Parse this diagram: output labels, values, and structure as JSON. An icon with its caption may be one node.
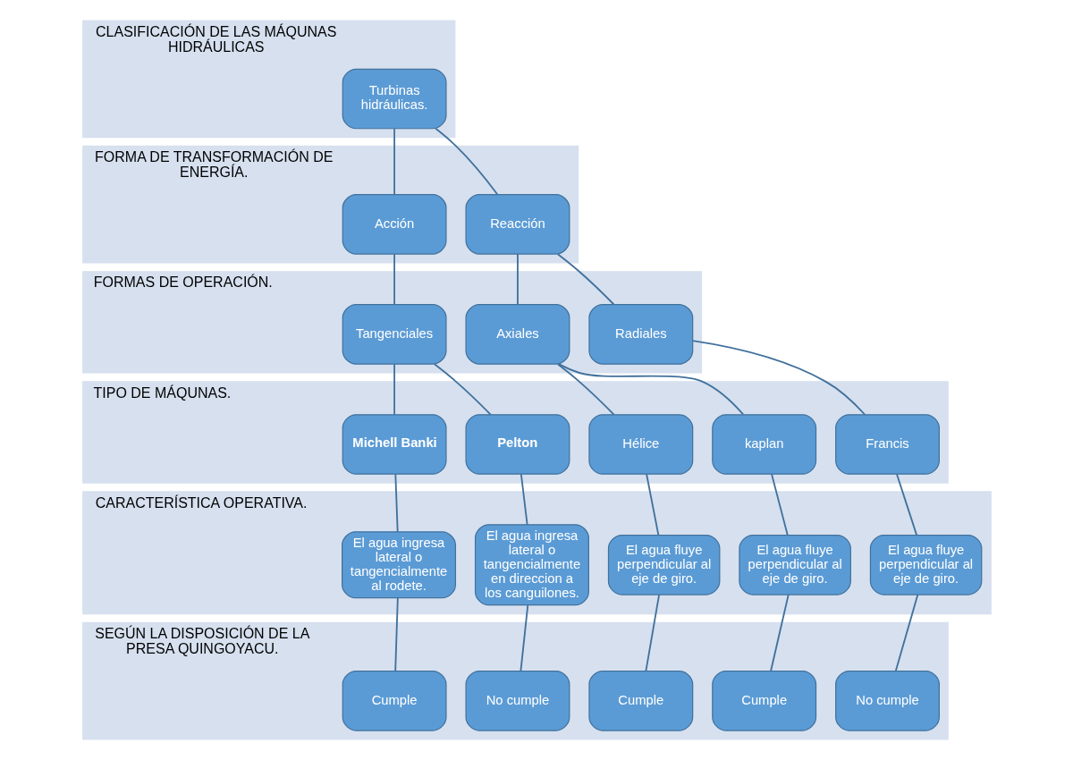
{
  "diagram": {
    "nodes": [
      {
        "text": [
          "CLASIFICACIÓN DE LAS MÁQUNAS HIDRÁULICAS"
        ]
      },
      {
        "text": [
          "Turbinas hidráulicas."
        ],
        "in": 0
      },
      {
        "text": [
          "FORMA DE TRANSFORMACIÓN DE ENERGÍA."
        ]
      },
      {
        "text": [
          "Acción"
        ],
        "in": 2
      },
      {
        "text": [
          "Reacción"
        ],
        "in": 2
      },
      {
        "text": [
          "FORMAS DE OPERACIÓN."
        ]
      },
      {
        "text": [
          "Tangenciales"
        ],
        "in": 5
      },
      {
        "text": [
          "Axiales"
        ],
        "in": 5
      },
      {
        "text": [
          "Radiales"
        ],
        "in": 5
      },
      {
        "text": [
          "TIPO DE MÁQUNAS."
        ]
      },
      {
        "text": [
          "Michell Banki"
        ],
        "in": 9
      },
      {
        "text": [
          "Pelton"
        ],
        "in": 9
      },
      {
        "text": [
          "Hélice"
        ],
        "in": 9
      },
      {
        "text": [
          "kaplan"
        ],
        "in": 9
      },
      {
        "text": [
          "Francis"
        ],
        "in": 9
      },
      {
        "text": [
          "CARACTERÍSTICA OPERATIVA."
        ]
      },
      {
        "text": [
          "El agua ingresa lateral o tangencialmente al rodete."
        ],
        "in": 15
      },
      {
        "text": [
          "El agua ingresa lateral o tangencialmente en direccion a los canguilones."
        ],
        "in": 15
      },
      {
        "text": [
          "El agua fluye perpendicular al eje de giro."
        ],
        "in": 15
      },
      {
        "text": [
          "El agua fluye perpendicular al eje de giro."
        ],
        "in": 15
      },
      {
        "text": [
          "El agua fluye perpendicular al eje de giro."
        ],
        "in": 15
      },
      {
        "text": [
          "SEGÚN LA DISPOSICIÓN DE LA PRESA QUINGOYACU."
        ]
      },
      {
        "text": [
          "Cumple"
        ],
        "in": 21
      },
      {
        "text": [
          "No cumple"
        ],
        "in": 21
      },
      {
        "text": [
          "Cumple"
        ],
        "in": 21
      },
      {
        "text": [
          "Cumple"
        ],
        "in": 21
      },
      {
        "text": [
          "No cumple"
        ],
        "in": 21
      }
    ],
    "edges": [
      {
        "from": 1,
        "to": 3,
        "arrow": "none"
      },
      {
        "from": 1,
        "to": 4,
        "arrow": "none"
      },
      {
        "from": 3,
        "to": 6,
        "arrow": "none"
      },
      {
        "from": 4,
        "to": 7,
        "arrow": "none"
      },
      {
        "from": 4,
        "to": 8,
        "arrow": "none"
      },
      {
        "from": 6,
        "to": 10,
        "arrow": "none"
      },
      {
        "from": 6,
        "to": 11,
        "arrow": "none"
      },
      {
        "from": 7,
        "to": 12,
        "arrow": "none"
      },
      {
        "from": 7,
        "to": 13,
        "arrow": "none"
      },
      {
        "from": 8,
        "to": 14,
        "arrow": "none"
      },
      {
        "from": 10,
        "to": 16,
        "arrow": "none"
      },
      {
        "from": 11,
        "to": 17,
        "arrow": "none"
      },
      {
        "from": 12,
        "to": 18,
        "arrow": "none"
      },
      {
        "from": 13,
        "to": 19,
        "arrow": "none"
      },
      {
        "from": 14,
        "to": 20,
        "arrow": "none"
      },
      {
        "from": 16,
        "to": 22,
        "arrow": "none"
      },
      {
        "from": 17,
        "to": 23,
        "arrow": "none"
      },
      {
        "from": 18,
        "to": 24,
        "arrow": "none"
      },
      {
        "from": 19,
        "to": 25,
        "arrow": "none"
      },
      {
        "from": 20,
        "to": 26,
        "arrow": "none"
      }
    ]
  }
}
